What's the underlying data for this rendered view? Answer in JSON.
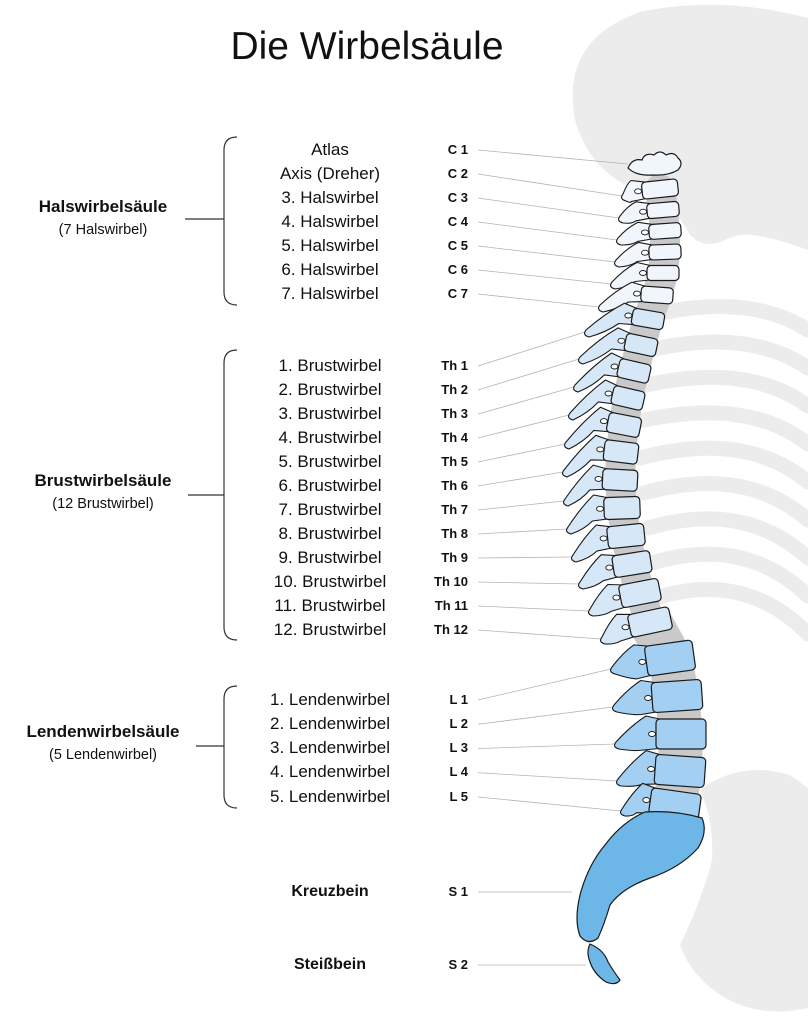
{
  "title": "Die Wirbelsäule",
  "colors": {
    "cervical": "#f0f6fc",
    "thoracic": "#d6e7f7",
    "lumbar": "#a3cff2",
    "sacrum": "#6cb7e8",
    "disc": "#c9c9c9",
    "outline": "#1a1a1a",
    "silhouette": "#ececec",
    "leader": "#b3b3b3",
    "bracket": "#333333"
  },
  "groups": {
    "cervical": {
      "name": "Halswirbelsäule",
      "count": "(7 Halswirbel)",
      "items": [
        {
          "label": "Atlas",
          "code": "C 1"
        },
        {
          "label": "Axis (Dreher)",
          "code": "C 2"
        },
        {
          "label": "3. Halswirbel",
          "code": "C 3"
        },
        {
          "label": "4. Halswirbel",
          "code": "C 4"
        },
        {
          "label": "5. Halswirbel",
          "code": "C 5"
        },
        {
          "label": "6. Halswirbel",
          "code": "C 6"
        },
        {
          "label": "7. Halswirbel",
          "code": "C 7"
        }
      ]
    },
    "thoracic": {
      "name": "Brustwirbelsäule",
      "count": "(12 Brustwirbel)",
      "items": [
        {
          "label": "1. Brustwirbel",
          "code": "Th 1"
        },
        {
          "label": "2. Brustwirbel",
          "code": "Th 2"
        },
        {
          "label": "3. Brustwirbel",
          "code": "Th 3"
        },
        {
          "label": "4. Brustwirbel",
          "code": "Th 4"
        },
        {
          "label": "5. Brustwirbel",
          "code": "Th 5"
        },
        {
          "label": "6. Brustwirbel",
          "code": "Th 6"
        },
        {
          "label": "7. Brustwirbel",
          "code": "Th 7"
        },
        {
          "label": "8. Brustwirbel",
          "code": "Th 8"
        },
        {
          "label": "9. Brustwirbel",
          "code": "Th 9"
        },
        {
          "label": "10. Brustwirbel",
          "code": "Th 10"
        },
        {
          "label": "11. Brustwirbel",
          "code": "Th 11"
        },
        {
          "label": "12. Brustwirbel",
          "code": "Th 12"
        }
      ]
    },
    "lumbar": {
      "name": "Lendenwirbelsäule",
      "count": "(5 Lendenwirbel)",
      "items": [
        {
          "label": "1. Lendenwirbel",
          "code": "L 1"
        },
        {
          "label": "2. Lendenwirbel",
          "code": "L 2"
        },
        {
          "label": "3. Lendenwirbel",
          "code": "L 3"
        },
        {
          "label": "4. Lendenwirbel",
          "code": "L 4"
        },
        {
          "label": "5. Lendenwirbel",
          "code": "L 5"
        }
      ]
    }
  },
  "sacrum": {
    "label": "Kreuzbein",
    "code": "S 1"
  },
  "coccyx": {
    "label": "Steißbein",
    "code": "S 2"
  }
}
